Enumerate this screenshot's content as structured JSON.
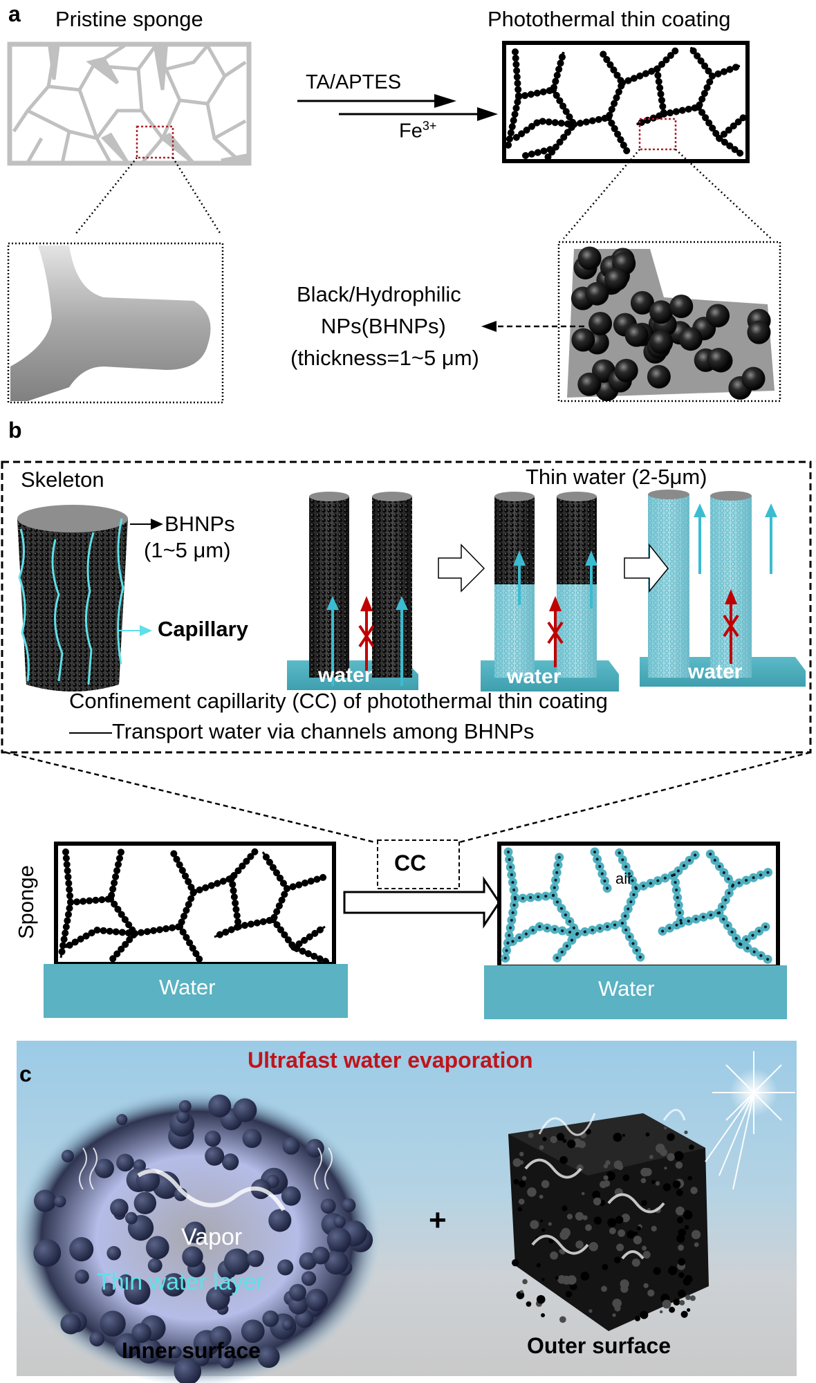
{
  "panel_a": {
    "letter": "a",
    "pristine_title": "Pristine sponge",
    "coated_title": "Photothermal thin coating",
    "reagent_top": "TA/APTES",
    "reagent_bottom_base": "Fe",
    "reagent_bottom_sup": "3+",
    "bhnp_line1": "Black/Hydrophilic",
    "bhnp_line2": "NPs(BHNPs)",
    "bhnp_line3": "(thickness=1~5 μm)"
  },
  "panel_b": {
    "letter": "b",
    "skeleton": "Skeleton",
    "bhnps": "BHNPs",
    "bhnps_size": "(1~5 μm)",
    "capillary": "Capillary",
    "thin_water": "Thin water (2-5μm)",
    "water_labels": [
      "water",
      "water",
      "water"
    ],
    "caption_line1": "Confinement capillarity (CC) of photothermal thin coating",
    "caption_line2": "——Transport water via channels among BHNPs",
    "cc_box": "CC",
    "sponge_label": "Sponge",
    "water_left": "Water",
    "water_right": "Water",
    "air": "air"
  },
  "panel_c": {
    "letter": "c",
    "title": "Ultrafast water evaporation",
    "vapor": "Vapor",
    "thin_water_layer": "Thin water layer",
    "plus": "+",
    "inner": "Inner surface",
    "outer": "Outer surface"
  },
  "colors": {
    "water_teal": "#4fb0c0",
    "capillary_cyan": "#5ee0e8",
    "red_arrow": "#c00000",
    "title_red": "#c0141c",
    "sky_top": "#9ccbe6",
    "sky_bottom": "#c9c9c9"
  }
}
